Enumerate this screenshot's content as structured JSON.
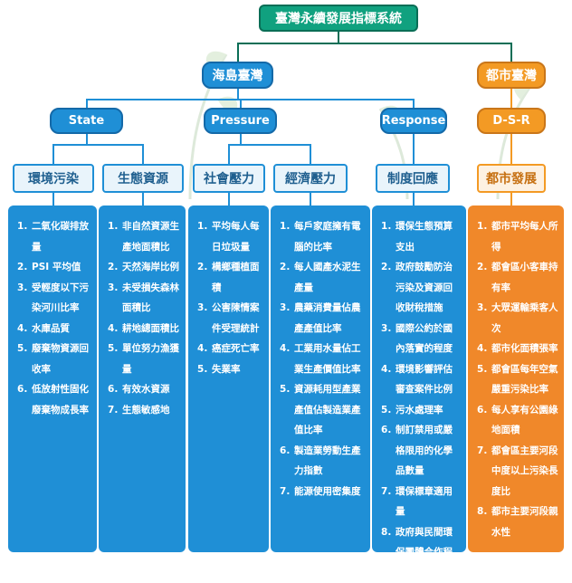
{
  "title": "臺灣永續發展指標系統",
  "level1": {
    "island": "海島臺灣",
    "urban": "都市臺灣"
  },
  "level2": {
    "state": "State",
    "pressure": "Pressure",
    "response": "Response",
    "dsr": "D-S-R"
  },
  "categories": {
    "env": "環境污染",
    "eco": "生態資源",
    "social": "社會壓力",
    "economic": "經濟壓力",
    "institution": "制度回應",
    "urban_dev": "都市發展"
  },
  "lists": {
    "env": [
      "二氧化碳排放量",
      "PSI 平均值",
      "受輕度以下污染河川比率",
      "水庫品質",
      "廢棄物資源回收率",
      "低放射性固化廢棄物成長率"
    ],
    "eco": [
      "非自然資源生產地面積比",
      "天然海岸比例",
      "未受損失森林面積比",
      "耕地總面積比",
      "單位努力漁獲量",
      "有效水資源",
      "生態敏感地"
    ],
    "social": [
      "平均每人每日垃圾量",
      "構鄉種植面積",
      "公害陳情案件受理統計",
      "癌症死亡率",
      "失業率"
    ],
    "economic": [
      "每戶家庭擁有電腦的比率",
      "每人國產水泥生產量",
      "農藥消費量佔農產產值比率",
      "工業用水量佔工業生產價值比率",
      "資源耗用型產業產值佔製造業產值比率",
      "製造業勞動生產力指數",
      "能源使用密集度"
    ],
    "institution": [
      "環保生態預算支出",
      "政府鼓勵防治污染及資源回收財稅措施",
      "國際公約於國內落實的程度",
      "環境影響評估審查案件比例",
      "污水處理率",
      "制訂禁用或嚴格限用的化學品數量",
      "環保標章適用量",
      "政府與民間環保團體合作程度"
    ],
    "urban_dev": [
      "都市平均每人所得",
      "都會區小客車持有率",
      "大眾運輸乘客人次",
      "都市化面積張率",
      "都會區每年空氣嚴重污染比率",
      "每人享有公園綠地面積",
      "都會區主要河段中度以上污染長度比",
      "都市主要河段親水性"
    ]
  },
  "colors": {
    "title_green": "#10a17f",
    "blue": "#1f8fd6",
    "orange": "#f39a24"
  }
}
